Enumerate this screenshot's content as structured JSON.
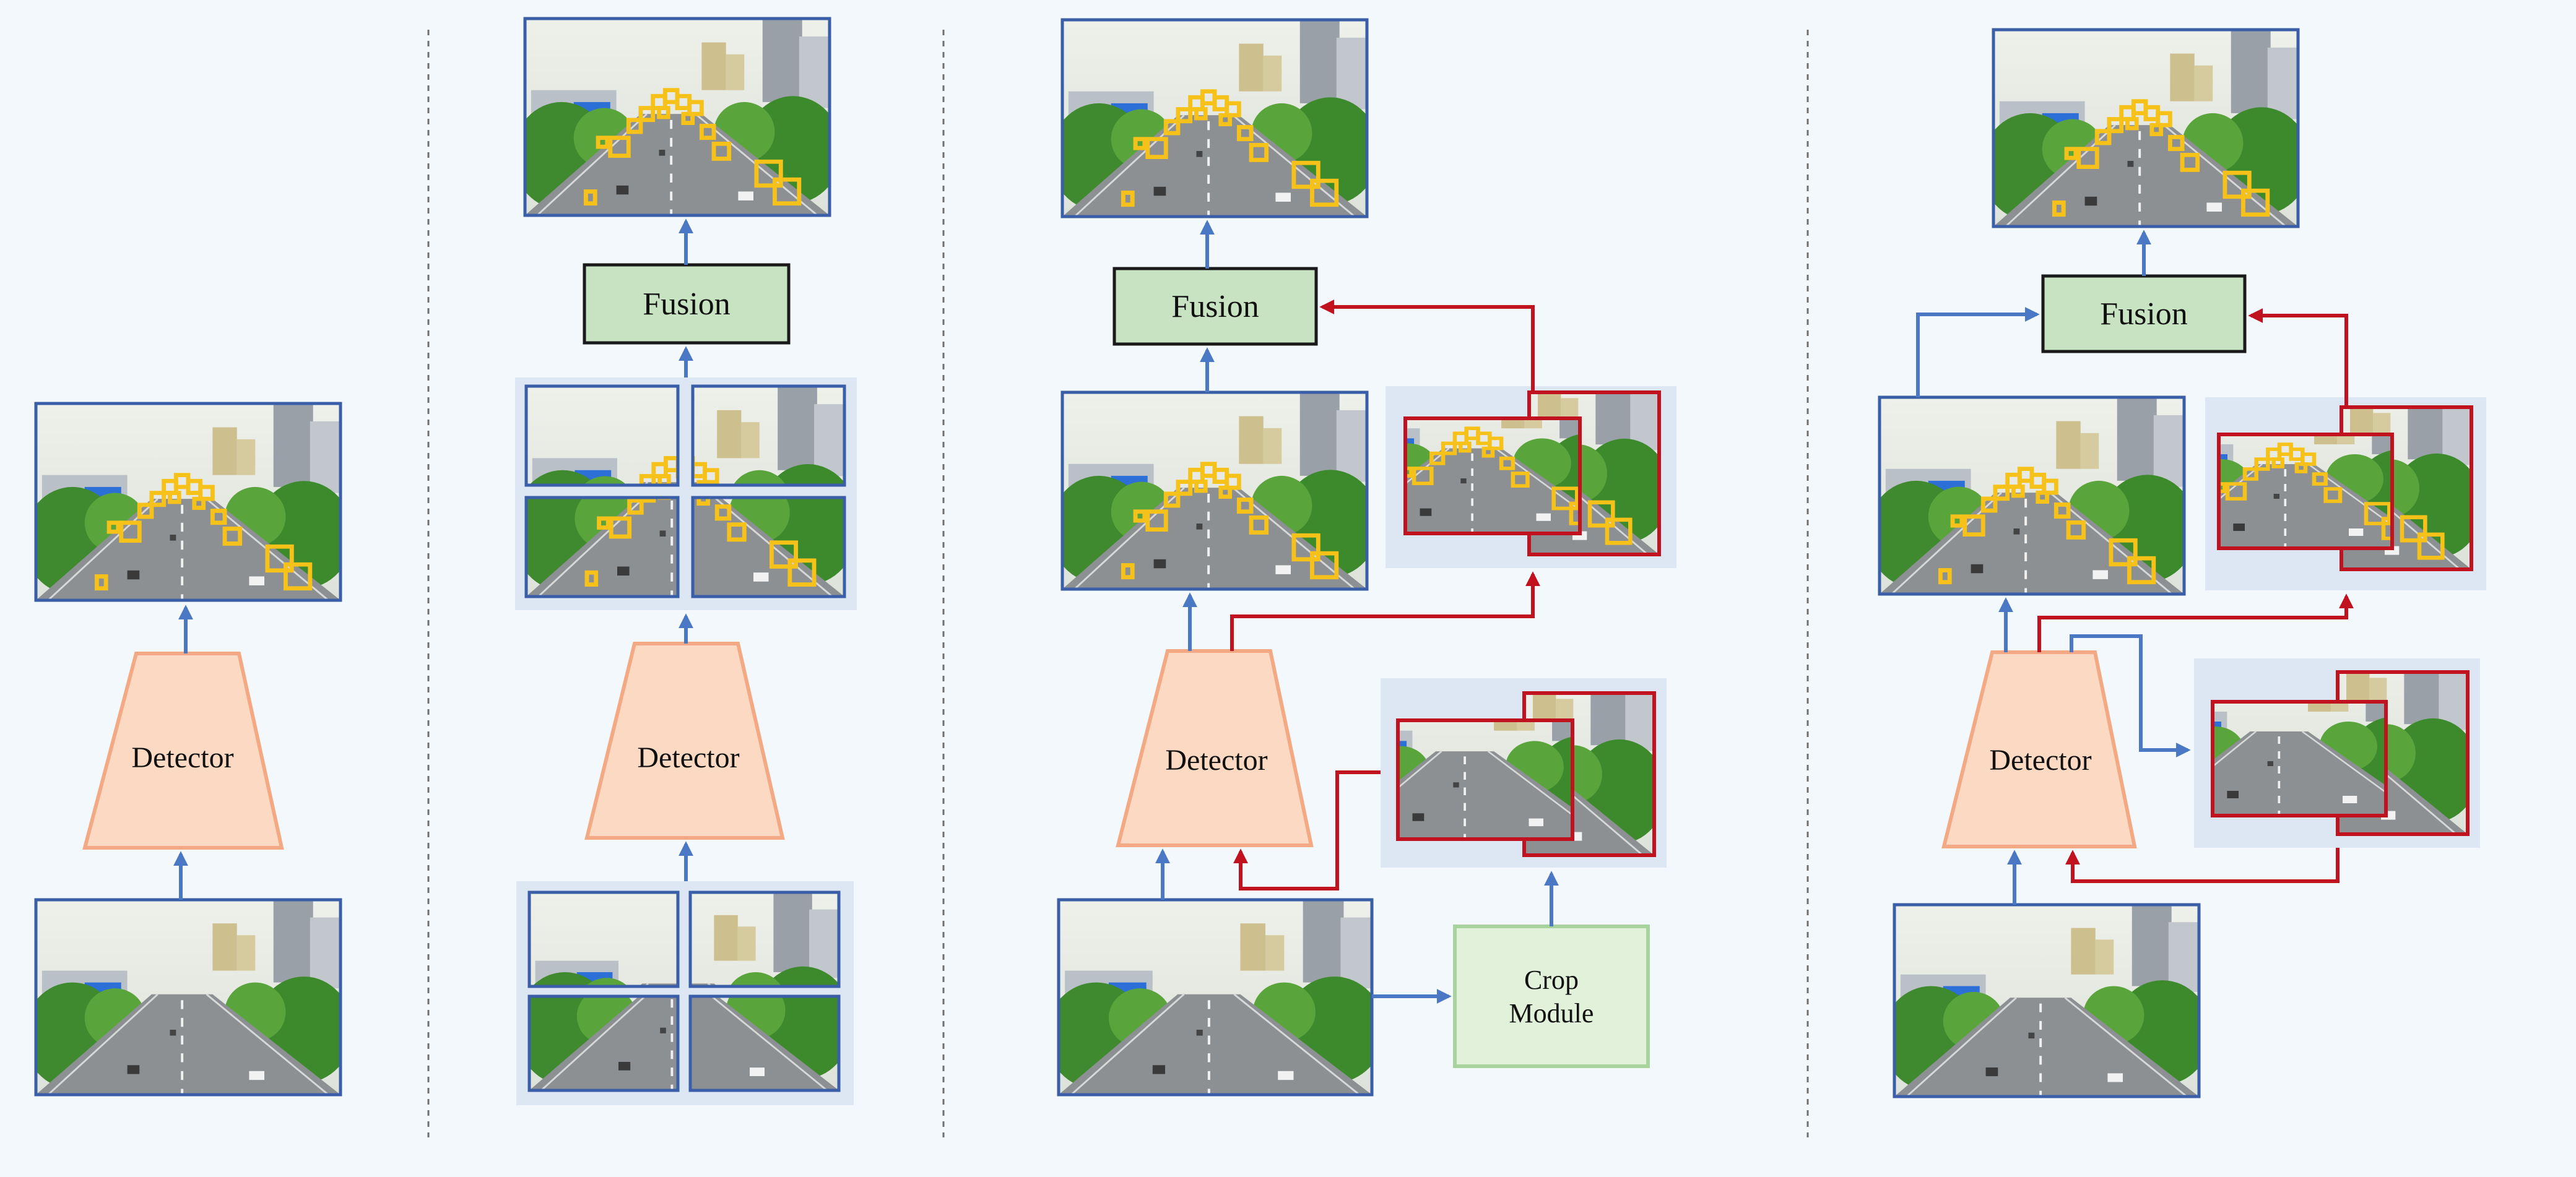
{
  "labels": {
    "detector": "Detector",
    "fusion": "Fusion",
    "crop_module_line1": "Crop",
    "crop_module_line2": "Module"
  },
  "colors": {
    "background": "#f3f8fc",
    "detector_fill": "#fcd9c3",
    "detector_stroke": "#f3aa84",
    "fusion_fill": "#c8e3c1",
    "fusion_stroke": "#1a1a1a",
    "crop_fill": "#e1f1da",
    "crop_stroke": "#a9d39c",
    "arrow_blue": "#4a78c4",
    "arrow_red": "#c1121f",
    "box_yellow": "#f6c21a",
    "frame_blue": "#3a5fa8",
    "frame_red": "#c1121f",
    "panel_bg": "#dde7f3",
    "divider": "#707070"
  },
  "icons": {
    "scene": "street-scene-thumbnail",
    "arrow": "arrow-head-icon"
  }
}
